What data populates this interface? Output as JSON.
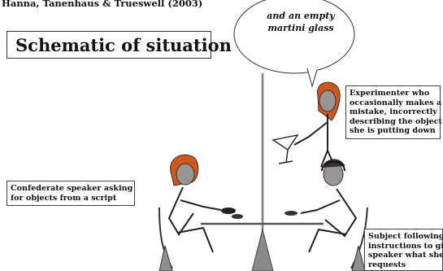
{
  "header": {
    "citation": "Hanna, Tanenhaus & Trueswell (2003)"
  },
  "title": "Schematic of situation",
  "speech_bubble": {
    "lines": [
      "and an empty",
      "martini glass"
    ]
  },
  "labels": {
    "experimenter": [
      "Experimenter who",
      "occasionally makes a",
      "mistake, incorrectly",
      "describing the object",
      "she is putting down"
    ],
    "confederate": [
      "Confederate speaker asking",
      "for objects from a script"
    ],
    "subject": [
      "Subject following",
      "instructions to give",
      "speaker what she",
      "requests"
    ]
  },
  "colors": {
    "hair": "#d2551a",
    "skin": "#9a9590",
    "chair": "#8f8f8f",
    "outline": "#222222"
  }
}
